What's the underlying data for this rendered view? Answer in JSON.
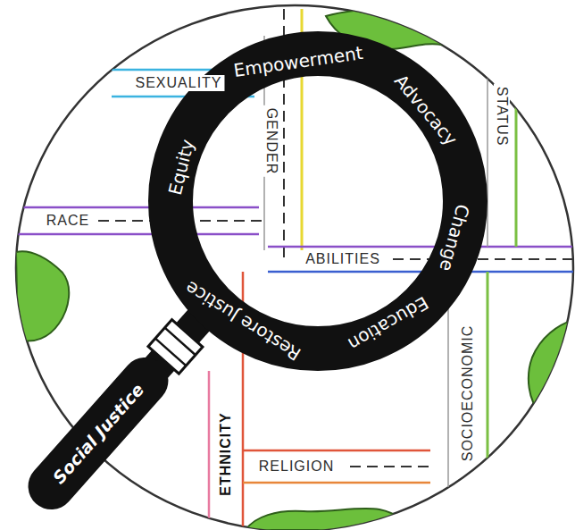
{
  "diagram": {
    "nodes": [
      {
        "text": [
          "Equity",
          "Empowerment",
          "Advocacy",
          "Change",
          "Education",
          "Restore Justice"
        ]
      },
      {
        "text": [
          "Social Justice"
        ]
      }
    ],
    "labels": [
      "SEXUALITY",
      "GENDER",
      "STATUS",
      "RACE",
      "ABILITIES",
      "SOCIOECONOMIC",
      "ETHNICITY",
      "RELIGION"
    ]
  }
}
